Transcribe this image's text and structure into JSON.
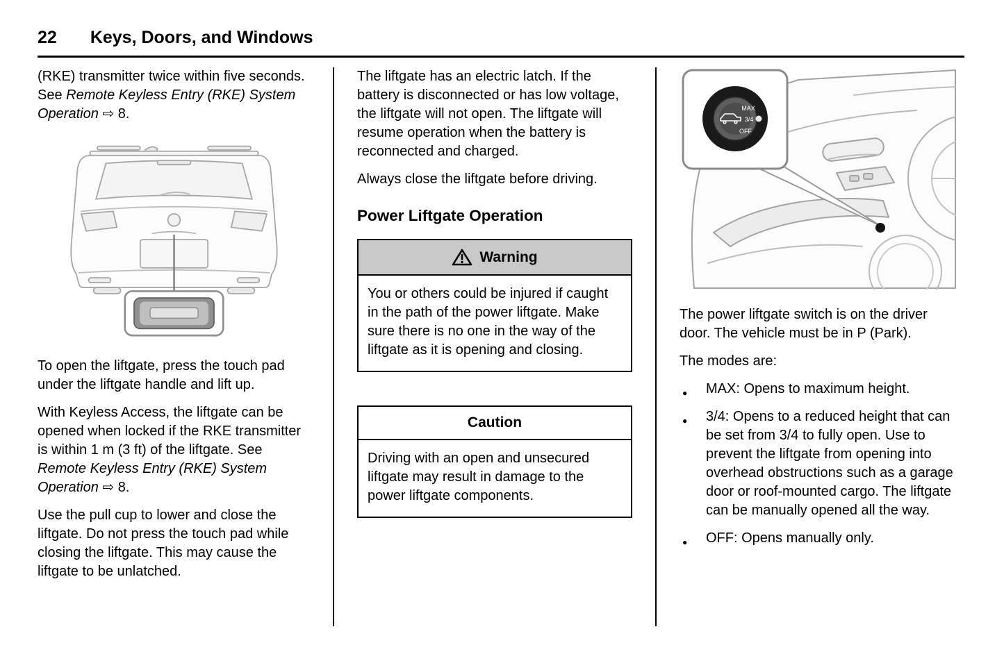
{
  "header": {
    "page_number": "22",
    "chapter_title": "Keys, Doors, and Windows"
  },
  "left": {
    "p1": {
      "pre": "(RKE) transmitter twice within five seconds. See ",
      "italic": "Remote Keyless Entry (RKE) System Operation",
      "post": " ⇨ 8."
    },
    "p2": "To open the liftgate, press the touch pad under the liftgate handle and lift up.",
    "p3": {
      "pre": "With Keyless Access, the liftgate can be opened when locked if the RKE transmitter is within 1 m (3 ft) of the liftgate. See ",
      "italic": "Remote Keyless Entry (RKE) System Operation",
      "post": " ⇨ 8."
    },
    "p4": "Use the pull cup to lower and close the liftgate. Do not press the touch pad while closing the liftgate. This may cause the liftgate to be unlatched."
  },
  "middle": {
    "p1": "The liftgate has an electric latch. If the battery is disconnected or has low voltage, the liftgate will not open. The liftgate will resume operation when the battery is reconnected and charged.",
    "p2": "Always close the liftgate before driving.",
    "heading": "Power Liftgate Operation",
    "warning": {
      "title": "Warning",
      "body": "You or others could be injured if caught in the path of the power liftgate. Make sure there is no one in the way of the liftgate as it is opening and closing."
    },
    "caution": {
      "title": "Caution",
      "body": "Driving with an open and unsecured liftgate may result in damage to the power liftgate components."
    }
  },
  "right": {
    "dial": {
      "max": "MAX",
      "three_quarter": "3/4",
      "off": "OFF"
    },
    "p1": "The power liftgate switch is on the driver door. The vehicle must be in P (Park).",
    "p2": "The modes are:",
    "bullets": [
      "MAX: Opens to maximum height.",
      "3/4: Opens to a reduced height that can be set from 3/4 to fully open. Use to prevent the liftgate from opening into overhead obstructions such as a garage door or roof-mounted cargo. The liftgate can be manually opened all the way.",
      "OFF: Opens manually only."
    ]
  },
  "colors": {
    "warning_header_bg": "#c9c9c9",
    "rule": "#000000"
  }
}
